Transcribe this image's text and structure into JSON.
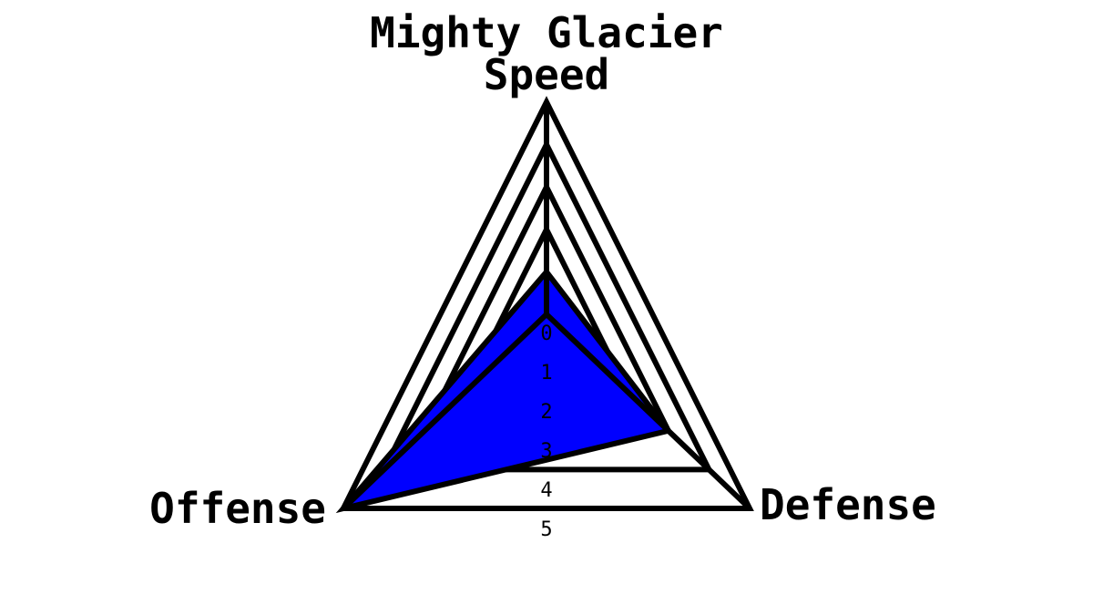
{
  "chart_data": {
    "type": "radar",
    "title": "Mighty Glacier",
    "axes": [
      "Speed",
      "Defense",
      "Offense"
    ],
    "scale_ticks": [
      "0",
      "1",
      "2",
      "3",
      "4",
      "5"
    ],
    "range": [
      0,
      5
    ],
    "series": [
      {
        "values": [
          1,
          3,
          5
        ],
        "color": "#0000ff"
      }
    ],
    "grid_color": "#000000",
    "grid": true
  }
}
